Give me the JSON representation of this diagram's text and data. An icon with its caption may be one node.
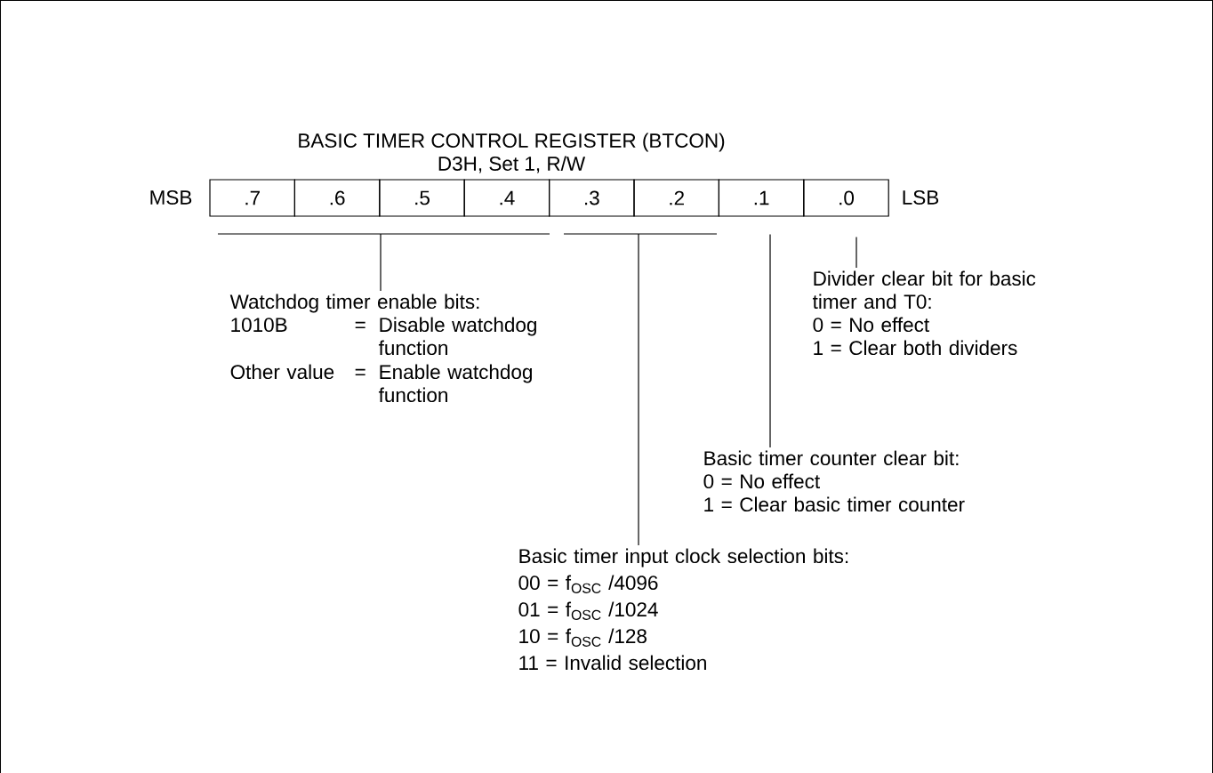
{
  "diagram": {
    "title": "BASIC TIMER CONTROL REGISTER (BTCON)",
    "nodes": [
      {
        "text": [
          ".7"
        ]
      },
      {
        "text": [
          ".6"
        ]
      },
      {
        "text": [
          ".5"
        ]
      },
      {
        "text": [
          ".4"
        ]
      },
      {
        "text": [
          ".3"
        ]
      },
      {
        "text": [
          ".2"
        ]
      },
      {
        "text": [
          ".1"
        ]
      },
      {
        "text": [
          ".0"
        ]
      },
      {
        "text": [
          "Watchdog timer enable bits:",
          "1010B",
          "=",
          "Disable watchdog function",
          "Other value",
          "=",
          "Enable watchdog function"
        ]
      },
      {
        "text": [
          "Basic timer input clock selection bits:",
          "00 = f$_{OSC}$ /4096",
          "01 = f$_{OSC}$ /1024",
          "10 = f$_{OSC}$ /128",
          "11 = Invalid selection"
        ]
      },
      {
        "text": [
          "Basic timer counter clear bit:",
          "0 = No effect",
          "1 = Clear basic timer counter"
        ]
      },
      {
        "text": [
          "Divider clear bit for basic timer and T0:",
          "0 = No effect",
          "1 = Clear both dividers"
        ]
      },
      {
        "text": [],
        "shape": "bar"
      },
      {
        "text": [],
        "shape": "bar"
      }
    ],
    "edges": [
      {
        "from": 8,
        "to": 12,
        "arrow": "none"
      },
      {
        "from": 9,
        "to": 13,
        "arrow": "none"
      },
      {
        "from": 10,
        "to": 6,
        "arrow": "none"
      },
      {
        "from": 11,
        "to": 7,
        "arrow": "none"
      }
    ],
    "labels": [
      "D3H, Set 1, R/W",
      "MSB",
      "LSB"
    ]
  }
}
